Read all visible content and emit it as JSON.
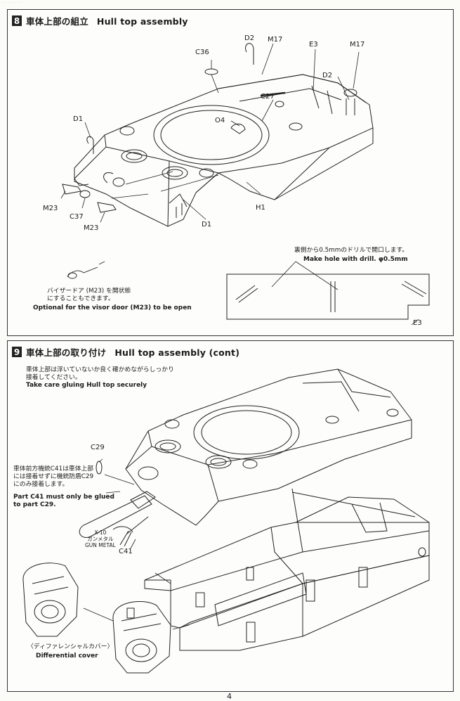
{
  "step8": {
    "number": "8",
    "title_jp": "車体上部の組立",
    "title_en": "Hull top assembly",
    "parts": {
      "d2_a": "D2",
      "m17_a": "M17",
      "e3_top": "E3",
      "m17_b": "M17",
      "c36": "C36",
      "d2_b": "D2",
      "c27": "C27",
      "o4": "O4",
      "d1_a": "D1",
      "m23_a": "M23",
      "c37": "C37",
      "m23_b": "M23",
      "d1_b": "D1",
      "h1": "H1",
      "e3_bottom": "E3"
    },
    "drill_note_jp": "裏側から0.5mmのドリルで開口します。",
    "drill_note_en": "Make hole with drill. φ0.5mm",
    "visor_note_jp": "バイザードア (M23) を開状態\nにすることもできます。",
    "visor_note_en": "Optional for the visor door (M23)  to be open"
  },
  "step9": {
    "number": "9",
    "title_jp": "車体上部の取り付け",
    "title_en": "Hull top assembly (cont)",
    "glue_note_jp": "車体上部は浮いていないか良く確かめながらしっかり\n接着してください。",
    "glue_note_en": "Take care gluing Hull top securely",
    "parts": {
      "c29": "C29",
      "c41": "C41"
    },
    "mg_note_jp": "車体前方機銃C41は車体上部\nには接着せずに機銃防盾C29\nにのみ接着します。",
    "mg_note_en": "Part C41 must only be glued\nto part C29.",
    "metal_note": "X-10\nガンメタル\nGUN METAL",
    "diff_jp": "〈ディファレンシャルカバー〉",
    "diff_en": "Differential cover"
  },
  "page_number": "4"
}
